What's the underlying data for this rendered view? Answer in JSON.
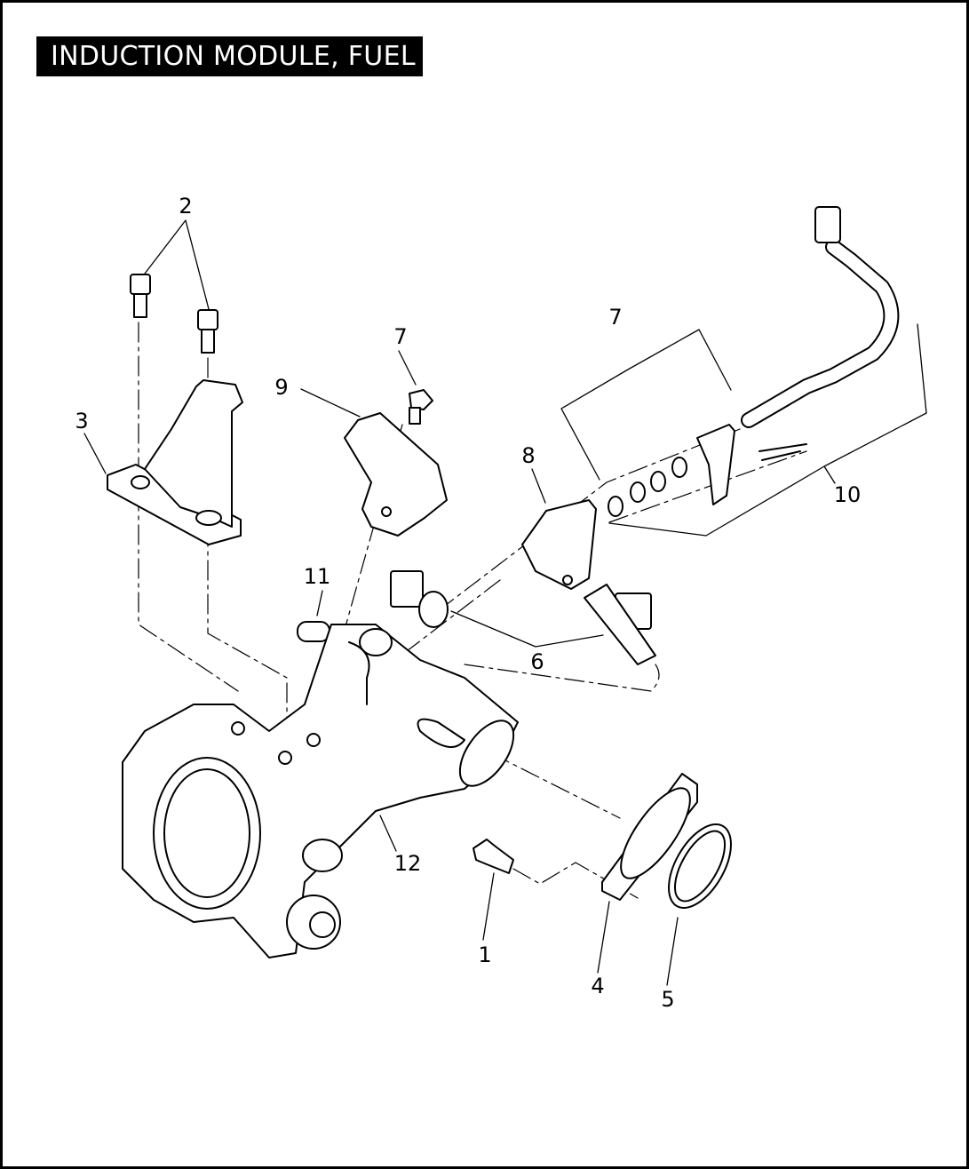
{
  "title": "INDUCTION MODULE, FUEL",
  "callouts": [
    {
      "label": "1",
      "part": "screw"
    },
    {
      "label": "2",
      "part": "screws"
    },
    {
      "label": "3",
      "part": "bracket"
    },
    {
      "label": "4",
      "part": "flange"
    },
    {
      "label": "5",
      "part": "seal"
    },
    {
      "label": "6",
      "part": "fuel-injectors"
    },
    {
      "label": "7",
      "part": "screw"
    },
    {
      "label": "7",
      "part": "o-ring-kit"
    },
    {
      "label": "8",
      "part": "fuel-supply-cap"
    },
    {
      "label": "9",
      "part": "sensor"
    },
    {
      "label": "10",
      "part": "fuel-line"
    },
    {
      "label": "11",
      "part": "cap"
    },
    {
      "label": "12",
      "part": "induction-module"
    }
  ]
}
